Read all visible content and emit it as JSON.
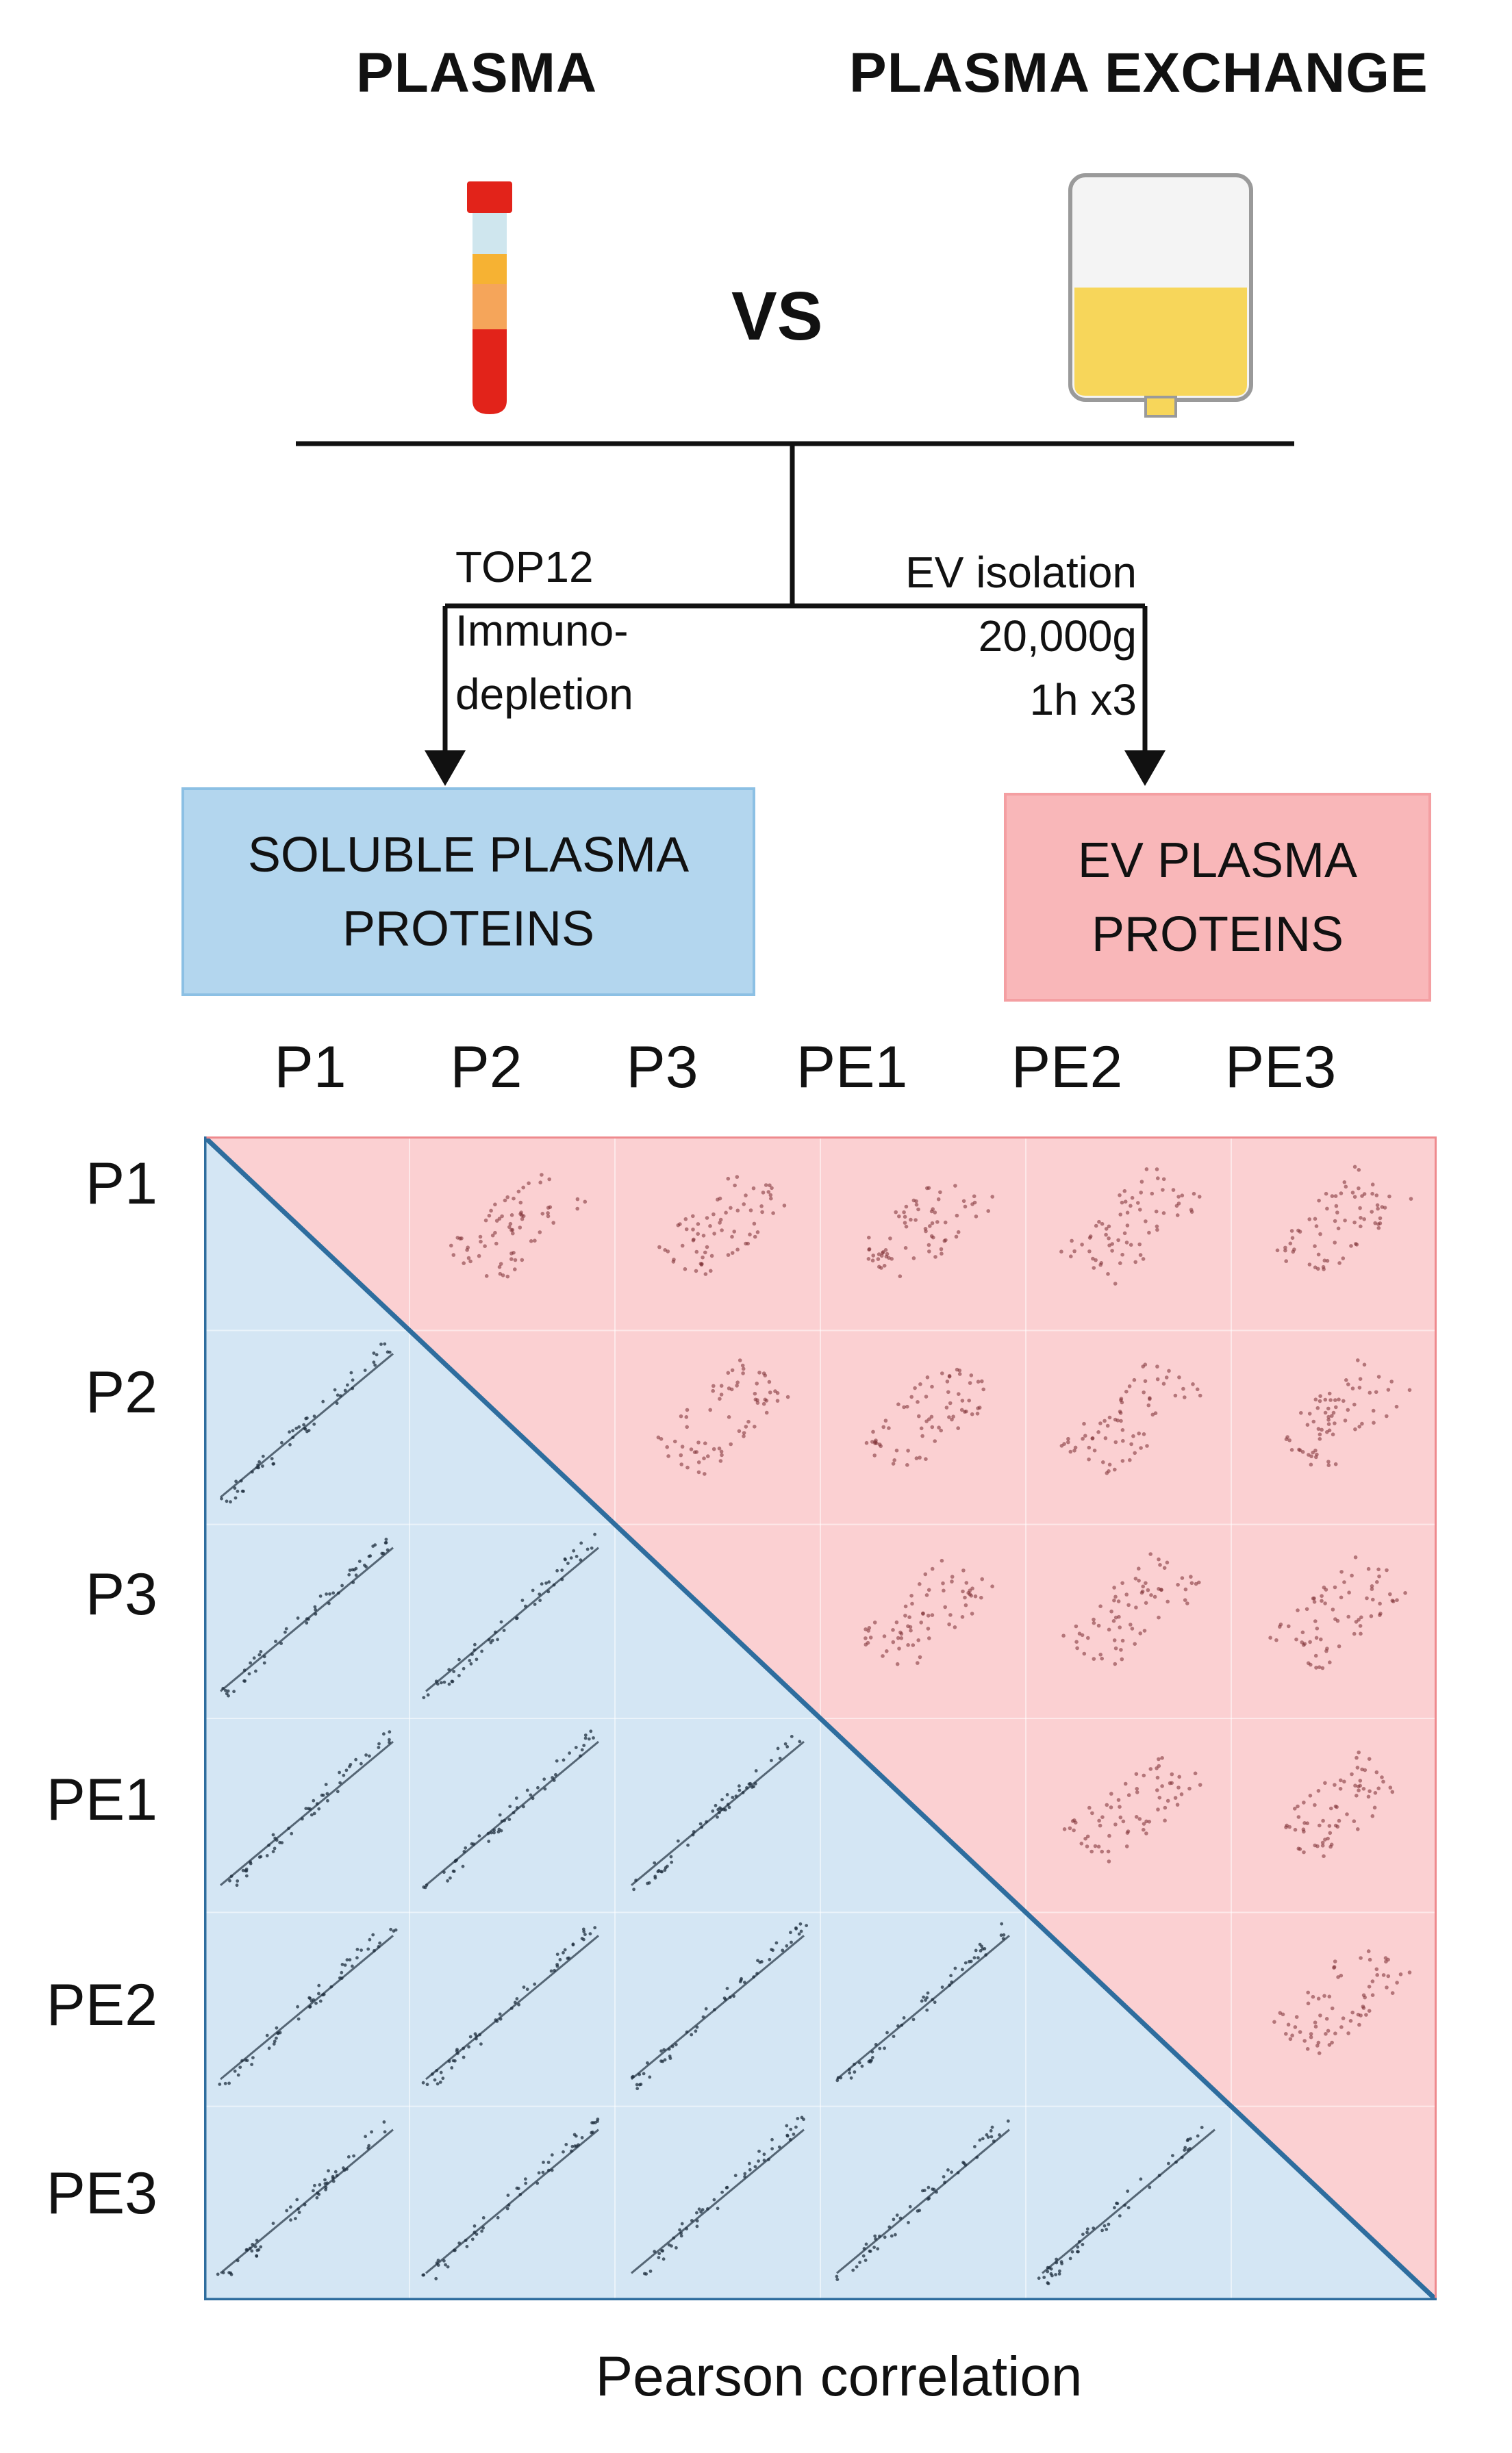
{
  "header": {
    "left_title": "PLASMA",
    "right_title": "PLASMA EXCHANGE",
    "vs": "VS"
  },
  "icons": {
    "left": "blood-tube-icon",
    "right": "plasma-bag-icon"
  },
  "steps": {
    "left_lines": [
      "TOP12",
      "Immuno-",
      "depletion"
    ],
    "right_lines": [
      "EV isolation",
      "20,000g",
      "1h x3"
    ]
  },
  "boxes": {
    "soluble": {
      "lines": [
        "SOLUBLE PLASMA",
        "PROTEINS"
      ],
      "color": "#b3d6ee"
    },
    "ev": {
      "lines": [
        "EV PLASMA",
        "PROTEINS"
      ],
      "color": "#f9b7b9"
    }
  },
  "matrix": {
    "samples": [
      "P1",
      "P2",
      "P3",
      "PE1",
      "PE2",
      "PE3"
    ],
    "lower_color": "#d4e6f4",
    "upper_color": "#fbd0d2",
    "lower_point_color": "#1f2f3f",
    "upper_point_color": "#7a2a30",
    "footer": "Pearson correlation"
  }
}
